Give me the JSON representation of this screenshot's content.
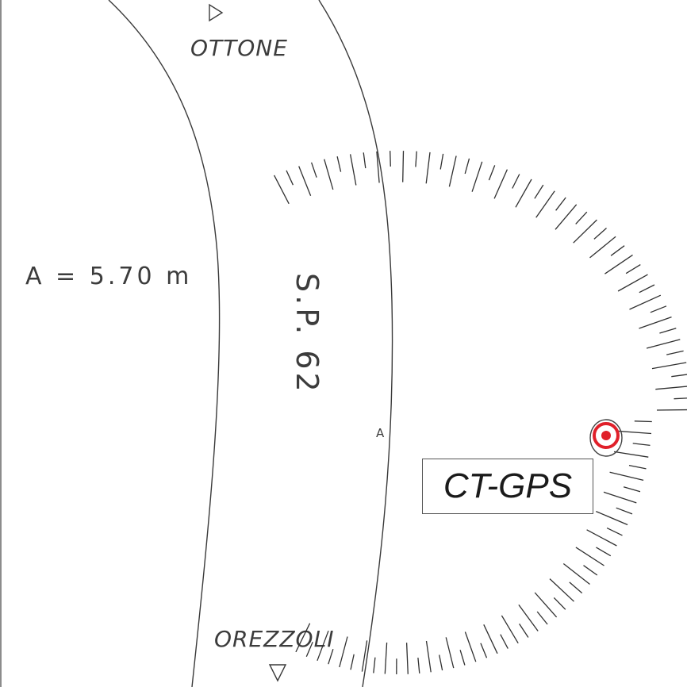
{
  "map": {
    "road_name": "S.P. 62",
    "direction_north": "OTTONE",
    "direction_south": "OREZZOLI",
    "width_label": "A = 5.70 m",
    "section_marker": "A",
    "gps_label": "CT-GPS",
    "colors": {
      "background": "#ffffff",
      "linework": "#3a3a3a",
      "gps_marker": "#e0202a"
    }
  }
}
